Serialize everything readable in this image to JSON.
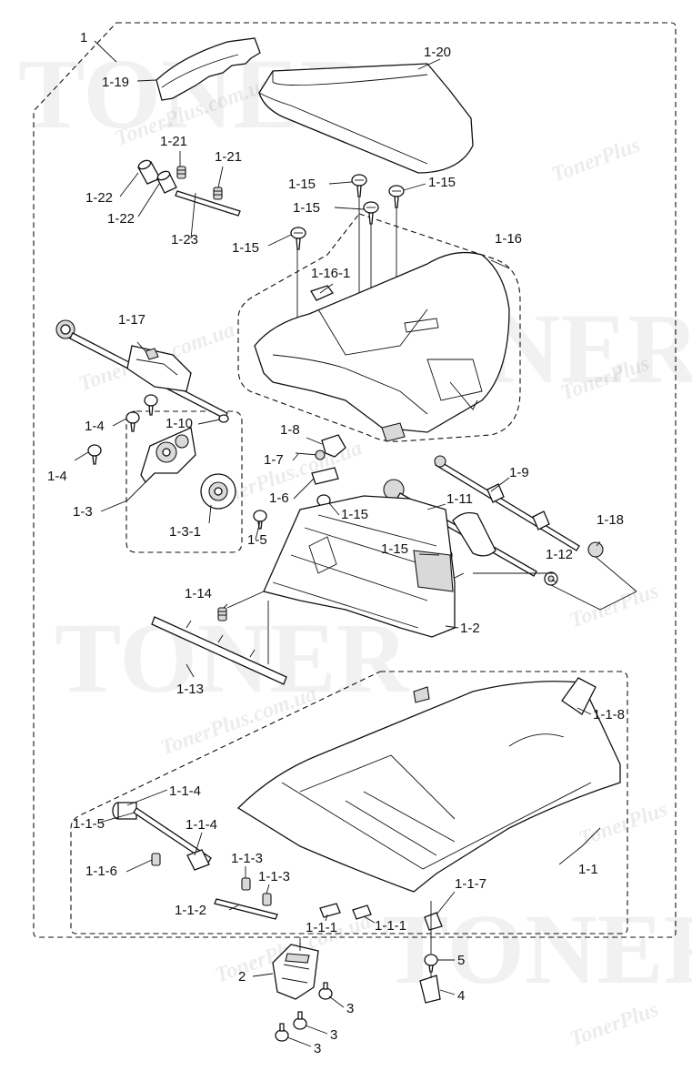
{
  "watermark": {
    "big": "TONER",
    "small": "TonerPlus.com.ua",
    "short": "TonerPlus"
  },
  "labels": {
    "l1": "1",
    "l1_19": "1-19",
    "l1_20": "1-20",
    "l1_21a": "1-21",
    "l1_21b": "1-21",
    "l1_22a": "1-22",
    "l1_22b": "1-22",
    "l1_23": "1-23",
    "l1_15a": "1-15",
    "l1_15b": "1-15",
    "l1_15c": "1-15",
    "l1_15d": "1-15",
    "l1_15e": "1-15",
    "l1_15f": "1-15",
    "l1_16": "1-16",
    "l1_16_1": "1-16-1",
    "l1_17": "1-17",
    "l1_4a": "1-4",
    "l1_4b": "1-4",
    "l1_10": "1-10",
    "l1_8": "1-8",
    "l1_7": "1-7",
    "l1_3": "1-3",
    "l1_3_1": "1-3-1",
    "l1_6": "1-6",
    "l1_5": "1-5",
    "l1_9": "1-9",
    "l1_11": "1-11",
    "l1_18": "1-18",
    "l1_12": "1-12",
    "l1_14": "1-14",
    "l1_13": "1-13",
    "l1_2": "1-2",
    "l1_1_8": "1-1-8",
    "l1_1_4a": "1-1-4",
    "l1_1_4b": "1-1-4",
    "l1_1_5": "1-1-5",
    "l1_1_6": "1-1-6",
    "l1_1_3a": "1-1-3",
    "l1_1_3b": "1-1-3",
    "l1_1_2": "1-1-2",
    "l1_1_1a": "1-1-1",
    "l1_1_1b": "1-1-1",
    "l1_1_7": "1-1-7",
    "l1_1": "1-1",
    "l5": "5",
    "l4": "4",
    "l2": "2",
    "l3a": "3",
    "l3b": "3",
    "l3c": "3"
  }
}
